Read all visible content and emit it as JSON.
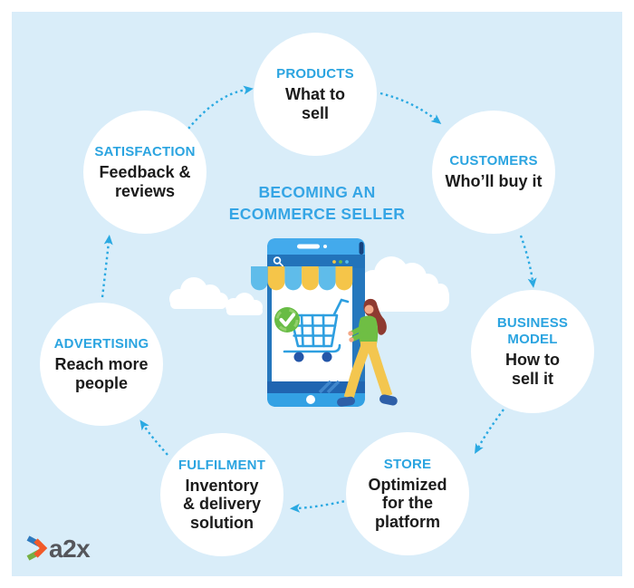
{
  "title": {
    "line1": "BECOMING AN",
    "line2": "ECOMMERCE SELLER"
  },
  "steps": [
    {
      "key": "products",
      "heading": "PRODUCTS",
      "body": "What to\nsell"
    },
    {
      "key": "customers",
      "heading": "CUSTOMERS",
      "body": "Who’ll buy it"
    },
    {
      "key": "business-model",
      "heading": "BUSINESS\nMODEL",
      "body": "How to\nsell it"
    },
    {
      "key": "store",
      "heading": "STORE",
      "body": "Optimized\nfor the\nplatform"
    },
    {
      "key": "fulfilment",
      "heading": "FULFILMENT",
      "body": "Inventory\n& delivery\nsolution"
    },
    {
      "key": "advertising",
      "heading": "ADVERTISING",
      "body": "Reach more\npeople"
    },
    {
      "key": "satisfaction",
      "heading": "SATISFACTION",
      "body": "Feedback &\nreviews"
    }
  ],
  "logo": {
    "text": "a2x"
  },
  "colors": {
    "panel_background": "#d9edf9",
    "heading_blue": "#2ba4e0",
    "title_blue": "#35a5e5",
    "arrow_blue": "#2aa9e2",
    "body_text": "#1b1b1b",
    "phone_frame": "#2577bd",
    "phone_topbar": "#43aaec",
    "awning_blue": "#5fbcea",
    "awning_yellow": "#f5c549",
    "check_green": "#68bc45",
    "wheel_navy": "#2456a8",
    "logo_gray": "#55565b",
    "logo_orange": "#f15a29",
    "logo_green": "#76b043",
    "logo_chevron_blue": "#2e79bd"
  }
}
